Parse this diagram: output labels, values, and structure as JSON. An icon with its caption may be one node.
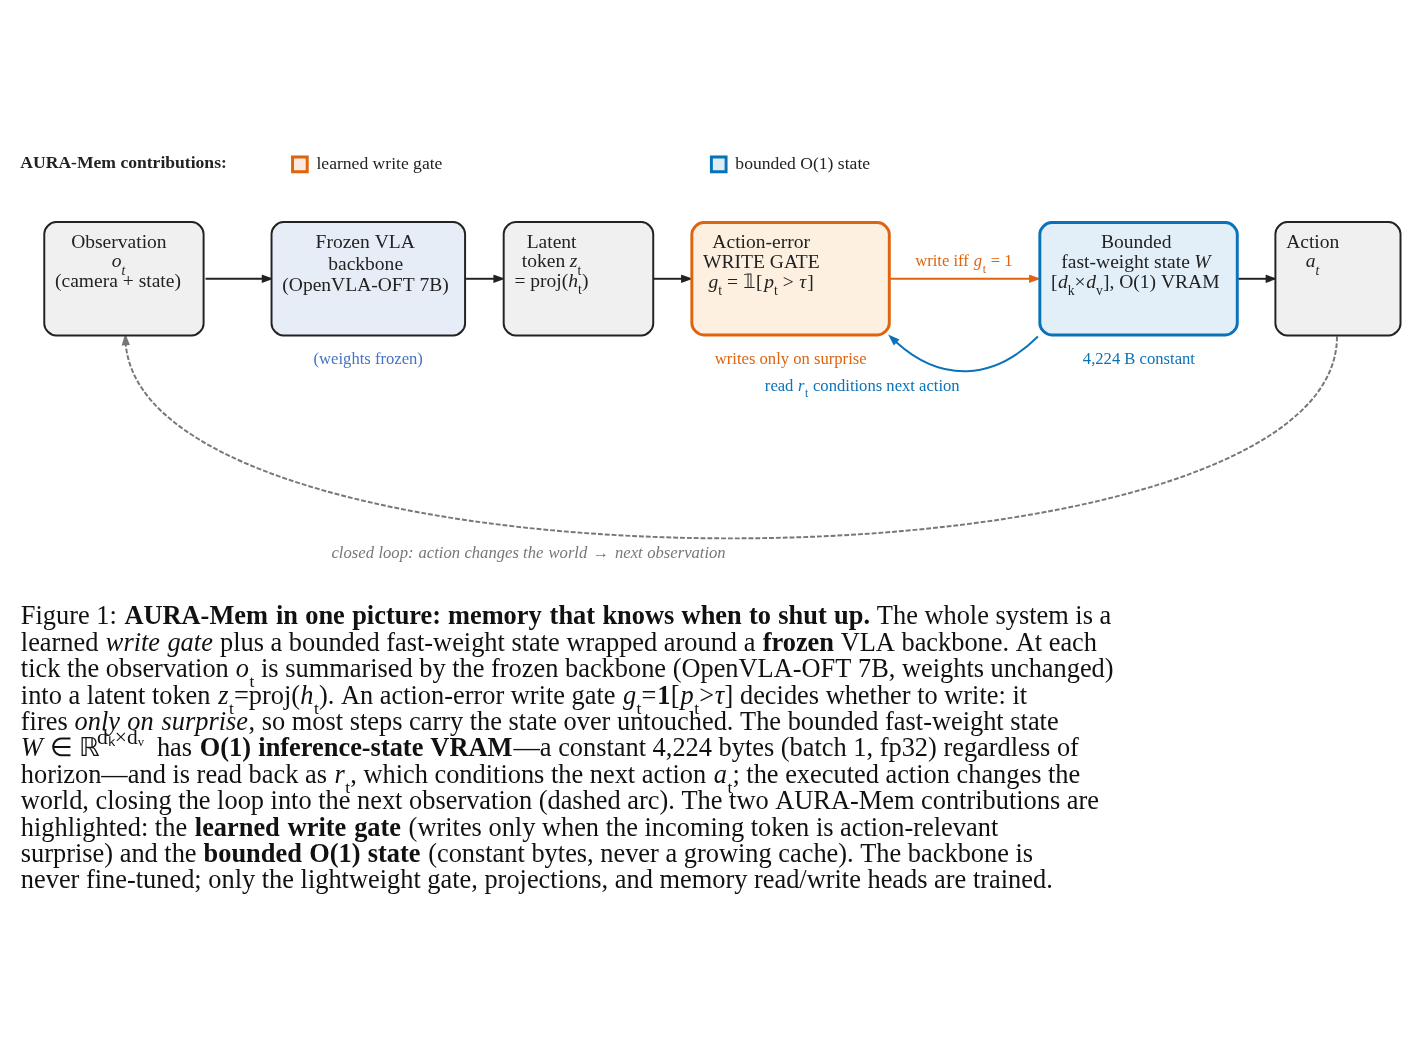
{
  "diagram": {
    "caption": "Figure 1: **AURA-Mem in one picture: memory that knows when to shut up.** The whole system is a learned *write gate* plus a bounded fast-weight state wrapped around a **frozen** VLA backbone. At each tick the observation *o*$_{t}$ is summarised by the frozen backbone (OpenVLA-OFT 7B, weights unchanged) into a latent token *z*$_{t}$=proj(*h*$_{t}$). An action-error write gate *g*$_{t}$=**1**[*p*$_{t}$>*τ*] decides whether to write: it fires *only on surprise*, so most steps carry the state over untouched. The bounded fast-weight state *W* ∈ ℝ$^{dₖ×dᵥ}$ has **O(1) inference-state VRAM**—a constant 4,224 bytes (batch 1, fp32) regardless of horizon—and is read back as *r*$_{t}$, which conditions the next action *a*$_{t}$; the executed action changes the world, closing the loop into the next observation (dashed arc). The two AURA-Mem contributions are highlighted: the **learned write gate** (writes only when the incoming token is action-relevant surprise) and the **bounded O(1) state** (constant bytes, never a growing cache). The backbone is never fine-tuned; only the lightweight gate, projections, and memory read/write heads are trained.",
    "nodes": [
      {
        "text": [
          "Observation",
          "o$_{t}$",
          "(camera + state)"
        ]
      },
      {
        "text": [
          "Frozen VLA backbone",
          "(OpenVLA-OFT 7B)"
        ],
        "beside": [
          "(weights frozen)"
        ]
      },
      {
        "text": [
          "Latent token *z*$_{t}$",
          "= proj(*h*$_{t}$)"
        ]
      },
      {
        "text": [
          "Action-error WRITE GATE",
          "*g*$_{t}$ = 𝟙[*p*$_{t}$ > *τ*]"
        ],
        "beside": [
          "writes only on surprise"
        ]
      },
      {
        "text": [
          "Bounded fast-weight state *W*",
          "[*d*$_{k}$×*d*$_{v}$], O(1) VRAM"
        ],
        "beside": [
          "4,224 B constant"
        ]
      },
      {
        "text": [
          "Action",
          "a$_{t}$"
        ]
      }
    ],
    "edges": [
      {
        "from": 0,
        "to": 1,
        "arrow": "to"
      },
      {
        "from": 1,
        "to": 2,
        "arrow": "to"
      },
      {
        "from": 2,
        "to": 3,
        "arrow": "to"
      },
      {
        "from": 3,
        "to": 4,
        "arrow": "to",
        "label": "write iff *g*$_{t}$ = 1",
        "color": "#de6410"
      },
      {
        "from": 4,
        "to": 5,
        "arrow": "to"
      },
      {
        "from": 4,
        "to": 3,
        "arrow": "to",
        "label": "read *r*$_{t}$ conditions next action",
        "color": "#0a72b8"
      },
      {
        "from": 5,
        "to": 0,
        "arrow": "to",
        "label": "closed loop: action changes the world → next observation",
        "style": "dashed",
        "color": "#777777"
      }
    ],
    "labels": [
      "AURA-Mem contributions:"
    ],
    "legend": [
      {
        "text": "learned write gate",
        "color": "#de6410"
      },
      {
        "text": "bounded O(1) state",
        "color": "#0a72b8"
      }
    ]
  }
}
